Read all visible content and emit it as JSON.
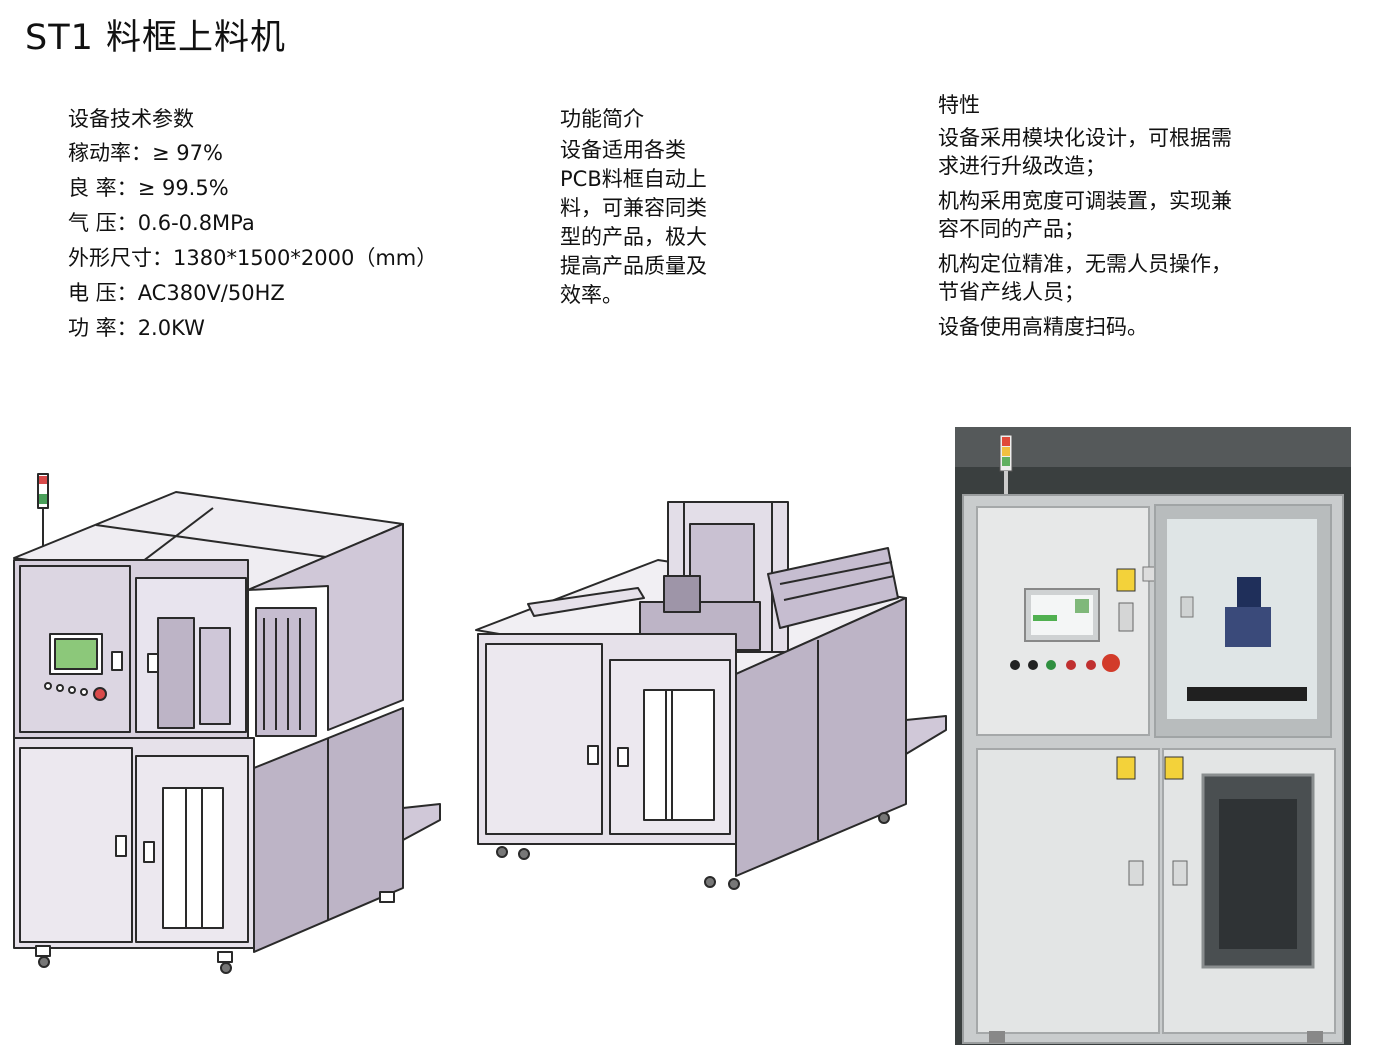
{
  "title": "ST1 料框上料机",
  "specs": {
    "heading": "设备技术参数",
    "rows": [
      {
        "label": "稼动率：",
        "value": "≥ 97%"
      },
      {
        "label": "良 率：",
        "value": "≥ 99.5%"
      },
      {
        "label": "气 压：",
        "value": "0.6-0.8MPa"
      },
      {
        "label": "外形尺寸：",
        "value": "1380*1500*2000（mm）"
      },
      {
        "label": "电 压：",
        "value": "AC380V/50HZ"
      },
      {
        "label": "功 率：",
        "value": "2.0KW"
      }
    ]
  },
  "intro": {
    "heading": "功能简介",
    "lines": [
      "设备适用各类",
      "PCB料框自动上",
      "料，可兼容同类",
      "型的产品，极大",
      "提高产品质量及",
      "效率。"
    ]
  },
  "features": {
    "heading": "特性",
    "items": [
      [
        "设备采用模块化设计，可根据需",
        "求进行升级改造；"
      ],
      [
        "机构采用宽度可调装置，实现兼",
        "容不同的产品；"
      ],
      [
        "机构定位精准，无需人员操作，",
        "节省产线人员；"
      ],
      [
        "设备使用高精度扫码。"
      ]
    ]
  },
  "colors": {
    "frame": "#2a2a2a",
    "panel": "#d7d0dd",
    "panel_dark": "#bdb4c6",
    "screen": "#8cc87a",
    "photo_frame": "#c9cccd",
    "photo_panel": "#e7e8e8"
  }
}
